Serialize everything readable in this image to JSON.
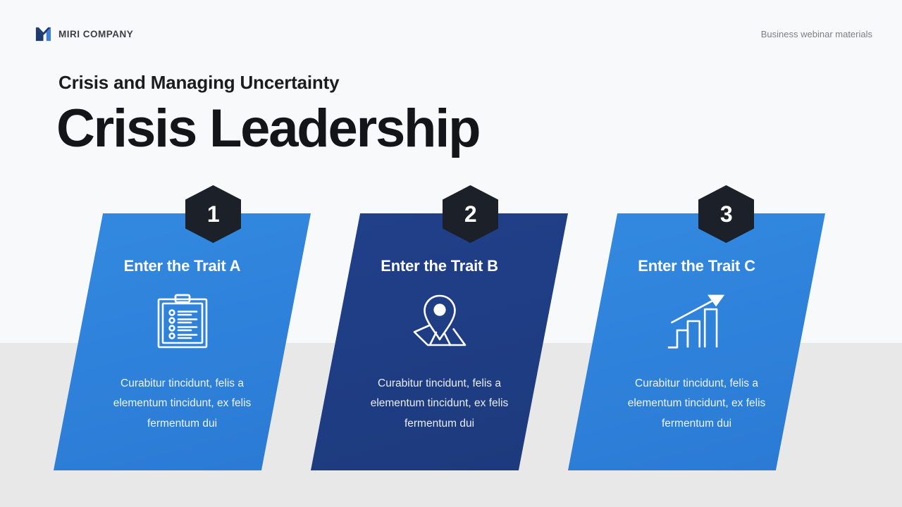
{
  "header": {
    "logo_icon": "m-logo-icon",
    "brand_name": "MIRI COMPANY",
    "note": "Business webinar materials"
  },
  "titles": {
    "eyebrow": "Crisis and Managing Uncertainty",
    "headline": "Crisis Leadership"
  },
  "colors": {
    "background_top": "#f8f9fa",
    "background_bottom": "#e8e8e8",
    "card_blue": "#3183dd",
    "card_navy": "#1f3f87",
    "badge_dark": "#1b2029",
    "logo_dark": "#1f3a6e",
    "logo_light": "#3f7fd6"
  },
  "cards": [
    {
      "number": "1",
      "title": "Enter the Trait A",
      "body": "Curabitur tincidunt, felis a elementum tincidunt, ex felis fermentum dui",
      "icon": "clipboard-checklist-icon",
      "variant": "blue"
    },
    {
      "number": "2",
      "title": "Enter the Trait B",
      "body": "Curabitur tincidunt, felis a elementum tincidunt, ex felis fermentum dui",
      "icon": "map-pin-icon",
      "variant": "navy"
    },
    {
      "number": "3",
      "title": "Enter the Trait C",
      "body": "Curabitur tincidunt, felis a elementum tincidunt, ex felis fermentum dui",
      "icon": "growth-bar-chart-icon",
      "variant": "blue"
    }
  ]
}
